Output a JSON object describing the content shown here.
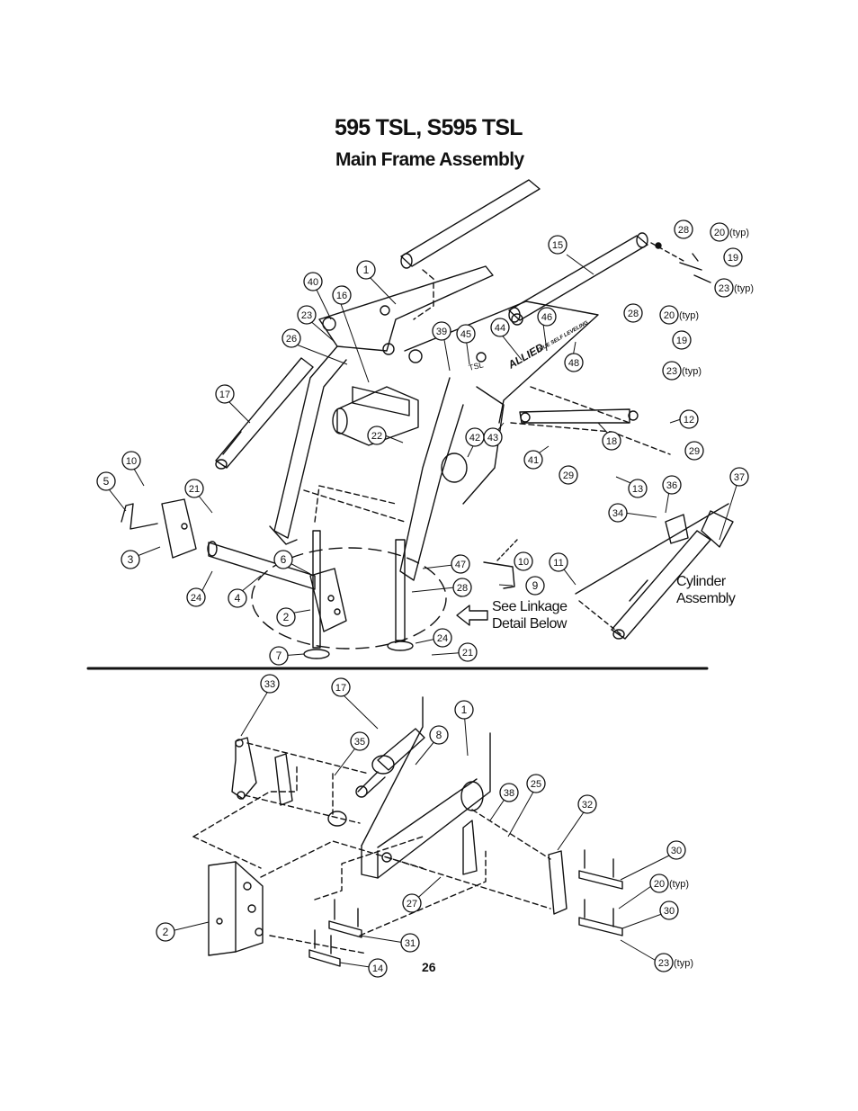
{
  "title": "595 TSL, S595 TSL",
  "subtitle": "Main Frame Assembly",
  "notes": {
    "linkage_line1": "See Linkage",
    "linkage_line2": "Detail Below",
    "cylinder_line1": "Cylinder",
    "cylinder_line2": "Assembly"
  },
  "frame_labels": {
    "tsl": "TSL",
    "brand": "ALLIED",
    "slogan": "TRUE SELF LEVELING"
  },
  "typ_label": "(typ)",
  "page_number": "26",
  "callouts": [
    {
      "n": "28"
    },
    {
      "n": "20",
      "typ": true
    },
    {
      "n": "19"
    },
    {
      "n": "23",
      "typ": true
    },
    {
      "n": "15"
    },
    {
      "n": "1"
    },
    {
      "n": "40"
    },
    {
      "n": "16"
    },
    {
      "n": "23"
    },
    {
      "n": "26"
    },
    {
      "n": "39"
    },
    {
      "n": "45"
    },
    {
      "n": "44"
    },
    {
      "n": "46"
    },
    {
      "n": "48"
    },
    {
      "n": "28"
    },
    {
      "n": "20",
      "typ": true
    },
    {
      "n": "19"
    },
    {
      "n": "23",
      "typ": true
    },
    {
      "n": "17"
    },
    {
      "n": "22"
    },
    {
      "n": "42"
    },
    {
      "n": "43"
    },
    {
      "n": "18"
    },
    {
      "n": "12"
    },
    {
      "n": "41"
    },
    {
      "n": "29"
    },
    {
      "n": "29"
    },
    {
      "n": "13"
    },
    {
      "n": "36"
    },
    {
      "n": "37"
    },
    {
      "n": "10"
    },
    {
      "n": "5"
    },
    {
      "n": "21"
    },
    {
      "n": "3"
    },
    {
      "n": "34"
    },
    {
      "n": "6"
    },
    {
      "n": "10"
    },
    {
      "n": "11"
    },
    {
      "n": "47"
    },
    {
      "n": "9"
    },
    {
      "n": "24"
    },
    {
      "n": "4"
    },
    {
      "n": "2"
    },
    {
      "n": "28"
    },
    {
      "n": "7"
    },
    {
      "n": "24"
    },
    {
      "n": "21"
    },
    {
      "n": "33"
    },
    {
      "n": "17"
    },
    {
      "n": "1"
    },
    {
      "n": "35"
    },
    {
      "n": "8"
    },
    {
      "n": "25"
    },
    {
      "n": "38"
    },
    {
      "n": "32"
    },
    {
      "n": "30"
    },
    {
      "n": "20",
      "typ": true
    },
    {
      "n": "27"
    },
    {
      "n": "30"
    },
    {
      "n": "2"
    },
    {
      "n": "31"
    },
    {
      "n": "14"
    },
    {
      "n": "23",
      "typ": true
    }
  ]
}
